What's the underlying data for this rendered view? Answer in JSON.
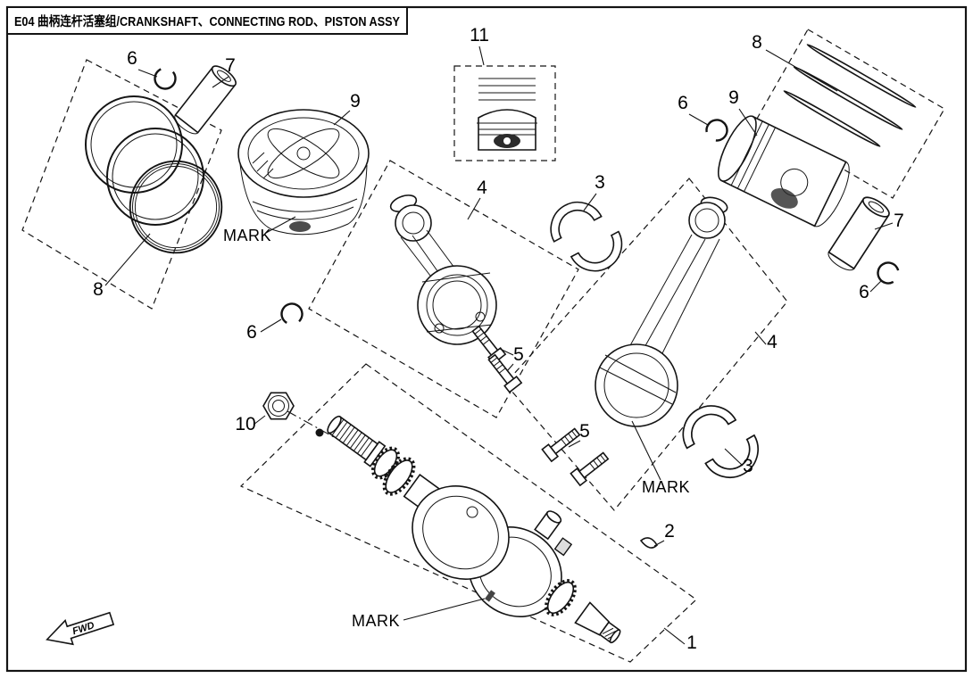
{
  "header": {
    "title": "E04 曲柄连杆活塞组/CRANKSHAFT、CONNECTING ROD、PISTON ASSY"
  },
  "labels": {
    "mark": "MARK",
    "fwd": "FWD"
  },
  "callouts": [
    "6",
    "7",
    "9",
    "11",
    "8",
    "6",
    "9",
    "3",
    "4",
    "7",
    "6",
    "8",
    "6",
    "5",
    "4",
    "10",
    "5",
    "3",
    "2",
    "1"
  ]
}
